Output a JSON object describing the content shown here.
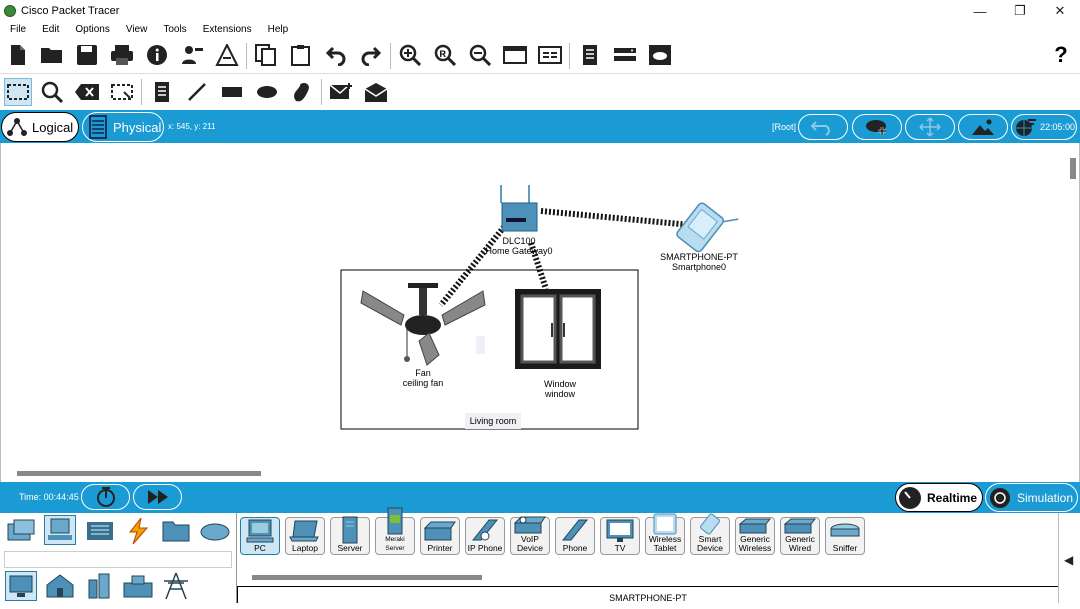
{
  "window": {
    "title": "Cisco Packet Tracer",
    "controls": [
      "—",
      "❐",
      "✕"
    ]
  },
  "menu": [
    "File",
    "Edit",
    "Options",
    "View",
    "Tools",
    "Extensions",
    "Help"
  ],
  "toolbar": {
    "help": "?"
  },
  "modes": {
    "logical": "Logical",
    "physical": "Physical",
    "coords": "x: 545, y: 211",
    "root": "[Root]",
    "clock": "22:05:00"
  },
  "devices": {
    "gateway": {
      "model": "DLC100",
      "name": "Home Gateway0"
    },
    "smartphone": {
      "model": "SMARTPHONE-PT",
      "name": "Smartphone0"
    },
    "fan": {
      "model": "Fan",
      "name": "ceiling fan"
    },
    "window": {
      "model": "Window",
      "name": "window"
    },
    "cluster": {
      "label": "Living room"
    }
  },
  "status": {
    "time": "Time: 00:44:45",
    "realtime": "Realtime",
    "simulation": "Simulation"
  },
  "device_list": [
    {
      "line1": "PC",
      "line2": ""
    },
    {
      "line1": "Laptop",
      "line2": ""
    },
    {
      "line1": "Server",
      "line2": ""
    },
    {
      "line1": "Meraki Server",
      "line2": ""
    },
    {
      "line1": "Printer",
      "line2": ""
    },
    {
      "line1": "IP Phone",
      "line2": ""
    },
    {
      "line1": "VoIP",
      "line2": "Device"
    },
    {
      "line1": "Phone",
      "line2": ""
    },
    {
      "line1": "TV",
      "line2": ""
    },
    {
      "line1": "Wireless",
      "line2": "Tablet"
    },
    {
      "line1": "Smart",
      "line2": "Device"
    },
    {
      "line1": "Generic",
      "line2": "Wireless"
    },
    {
      "line1": "Generic",
      "line2": "Wired"
    },
    {
      "line1": "Sniffer",
      "line2": ""
    }
  ],
  "selected_device": "SMARTPHONE-PT",
  "colors": {
    "accent": "#1b9bd3",
    "wireless_link": "#111111"
  }
}
